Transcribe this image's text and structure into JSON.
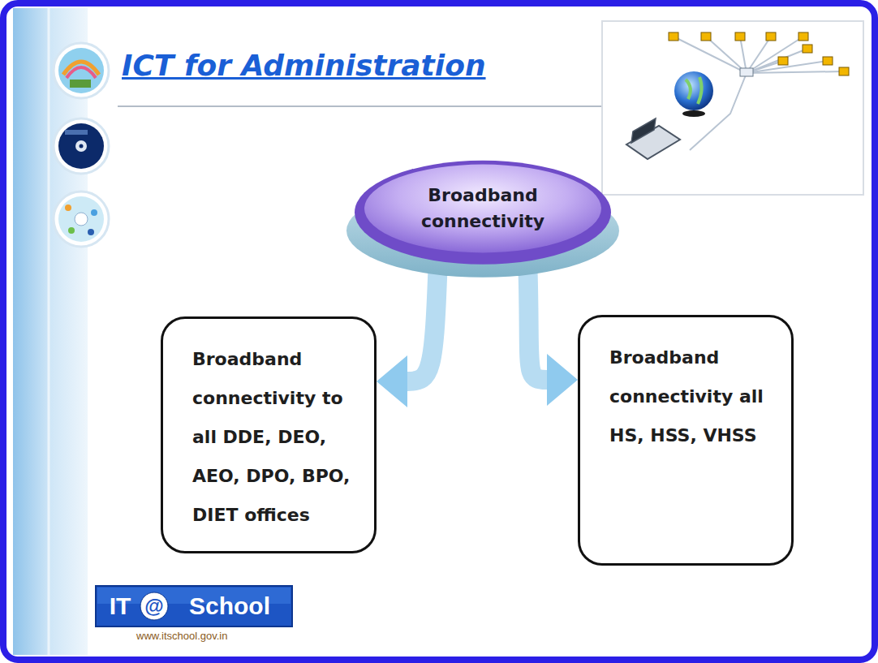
{
  "diagram": {
    "title": "ICT for Administration",
    "nodes": [
      {
        "text": [
          "Broadband connectivity"
        ]
      },
      {
        "text": [
          "Broadband connectivity to all DDE, DEO, AEO, DPO, BPO, DIET offices"
        ]
      },
      {
        "text": [
          "Broadband connectivity all HS, HSS, VHSS"
        ]
      }
    ],
    "edges": [
      {
        "from": 0,
        "to": 1,
        "arrow": "to"
      },
      {
        "from": 0,
        "to": 2,
        "arrow": "to"
      }
    ],
    "labels": [
      "IT",
      "@",
      "School",
      "www.itschool.gov.in"
    ]
  }
}
